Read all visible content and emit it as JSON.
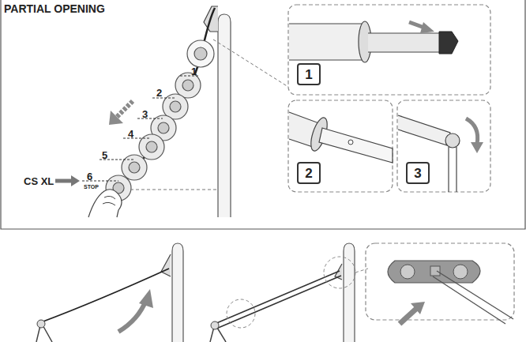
{
  "diagram": {
    "title": "PARTIAL OPENING",
    "nodes": [
      {
        "text": [
          "1"
        ]
      },
      {
        "text": [
          "2"
        ]
      },
      {
        "text": [
          "3"
        ]
      }
    ],
    "labels": [
      "1",
      "2",
      "3",
      "4",
      "5",
      "6",
      "STOP",
      "CS XL"
    ]
  }
}
